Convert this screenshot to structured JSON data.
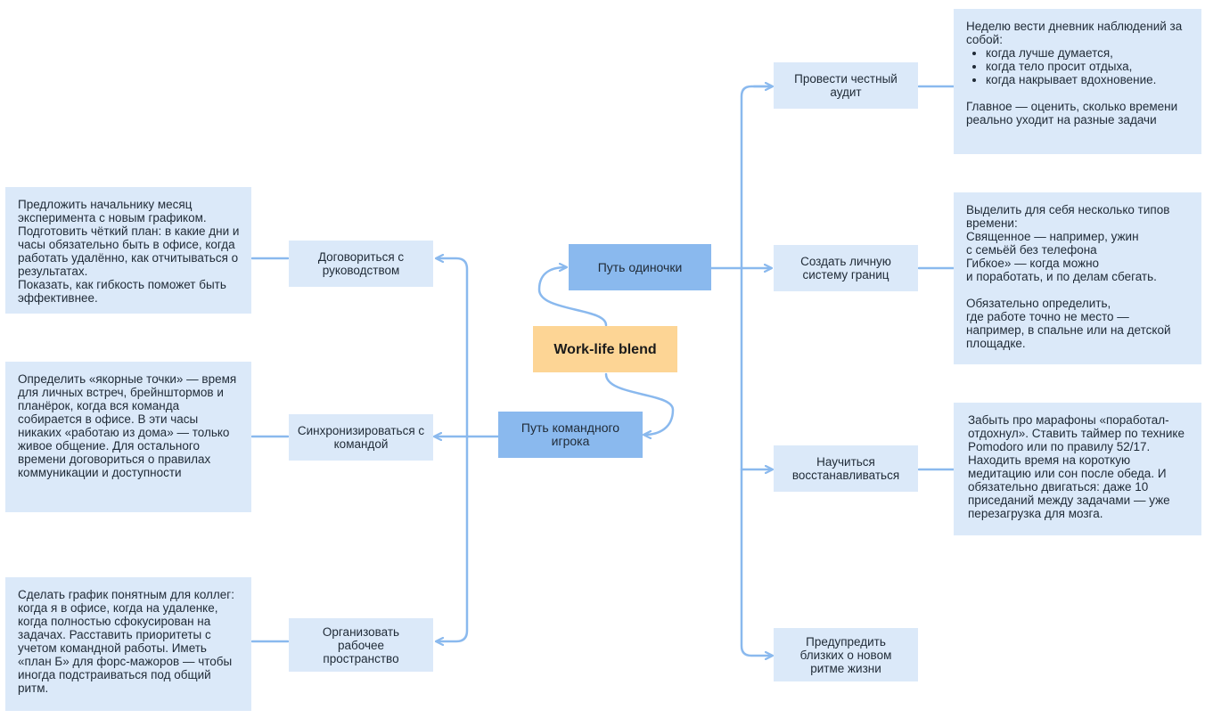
{
  "colors": {
    "root_fill": "#fdd595",
    "branch_fill": "#8ab9ee",
    "leaf_fill": "#dbe9f9",
    "connector": "#8ab9ee"
  },
  "root": {
    "label": "Work-life blend"
  },
  "branches": {
    "solo": {
      "label": "Путь одиночки"
    },
    "team": {
      "label": "Путь командного игрока"
    }
  },
  "solo_topics": [
    {
      "label": "Провести честный аудит"
    },
    {
      "label": "Создать личную системy границ"
    },
    {
      "label": "Научиться восстанавливаться"
    },
    {
      "label": "Предупредить близких о новом ритме жизни"
    }
  ],
  "team_topics": [
    {
      "label": "Договориться с руководством"
    },
    {
      "label": "Синхронизироваться с командой"
    },
    {
      "label": "Организовать рабочее пространство"
    }
  ],
  "notes": {
    "audit": {
      "intro": "Неделю вести дневник наблюдений за собой:",
      "bullets": [
        "когда лучше думается,",
        "когда тело просит отдыха,",
        "когда накрывает вдохновение."
      ],
      "outro": "Главное — оценить, сколько времени реально уходит на разные задачи"
    },
    "boundaries": "Выделить для себя несколько типов времени:\nСвященное — например, ужин\nс семьёй без телефона\nГибкое» — когда можно\nи поработать, и по делам сбегать.\n\nОбязательно определить,\nгде работе точно не место —\nнапример, в спальне или на детской площадке.",
    "recover": "Забыть про марафоны «поработал-отдохнул». Ставить таймер по технике Pomodoro или по правилу 52/17. Находить время на короткую медитацию или сон после обеда. И обязательно двигаться: даже 10 приседаний между задачами — уже перезагрузка для мозга.",
    "boss": "Предложить начальнику месяц эксперимента с новым графиком.\nПодготовить чёткий план: в какие дни и часы обязательно быть в офисе, когда работать удалённо, как отчитываться о результатах.\nПоказать, как гибкость поможет быть эффективнее.",
    "sync": "Определить «якорные точки» — время для личных встреч, брейнштормов и планёрок, когда вся команда собирается в офисе. В эти часы никаких «работаю из дома» — только живое общение. Для остального времени договориться о правилах коммуникации и доступности",
    "workspace": "Сделать график понятным для коллег: когда я в офисе, когда на удаленке, когда полностью сфокусирован на задачах. Расставить приоритеты с учетом командной работы. Иметь «план Б» для форс-мажоров — чтобы иногда подстраиваться под общий ритм."
  }
}
